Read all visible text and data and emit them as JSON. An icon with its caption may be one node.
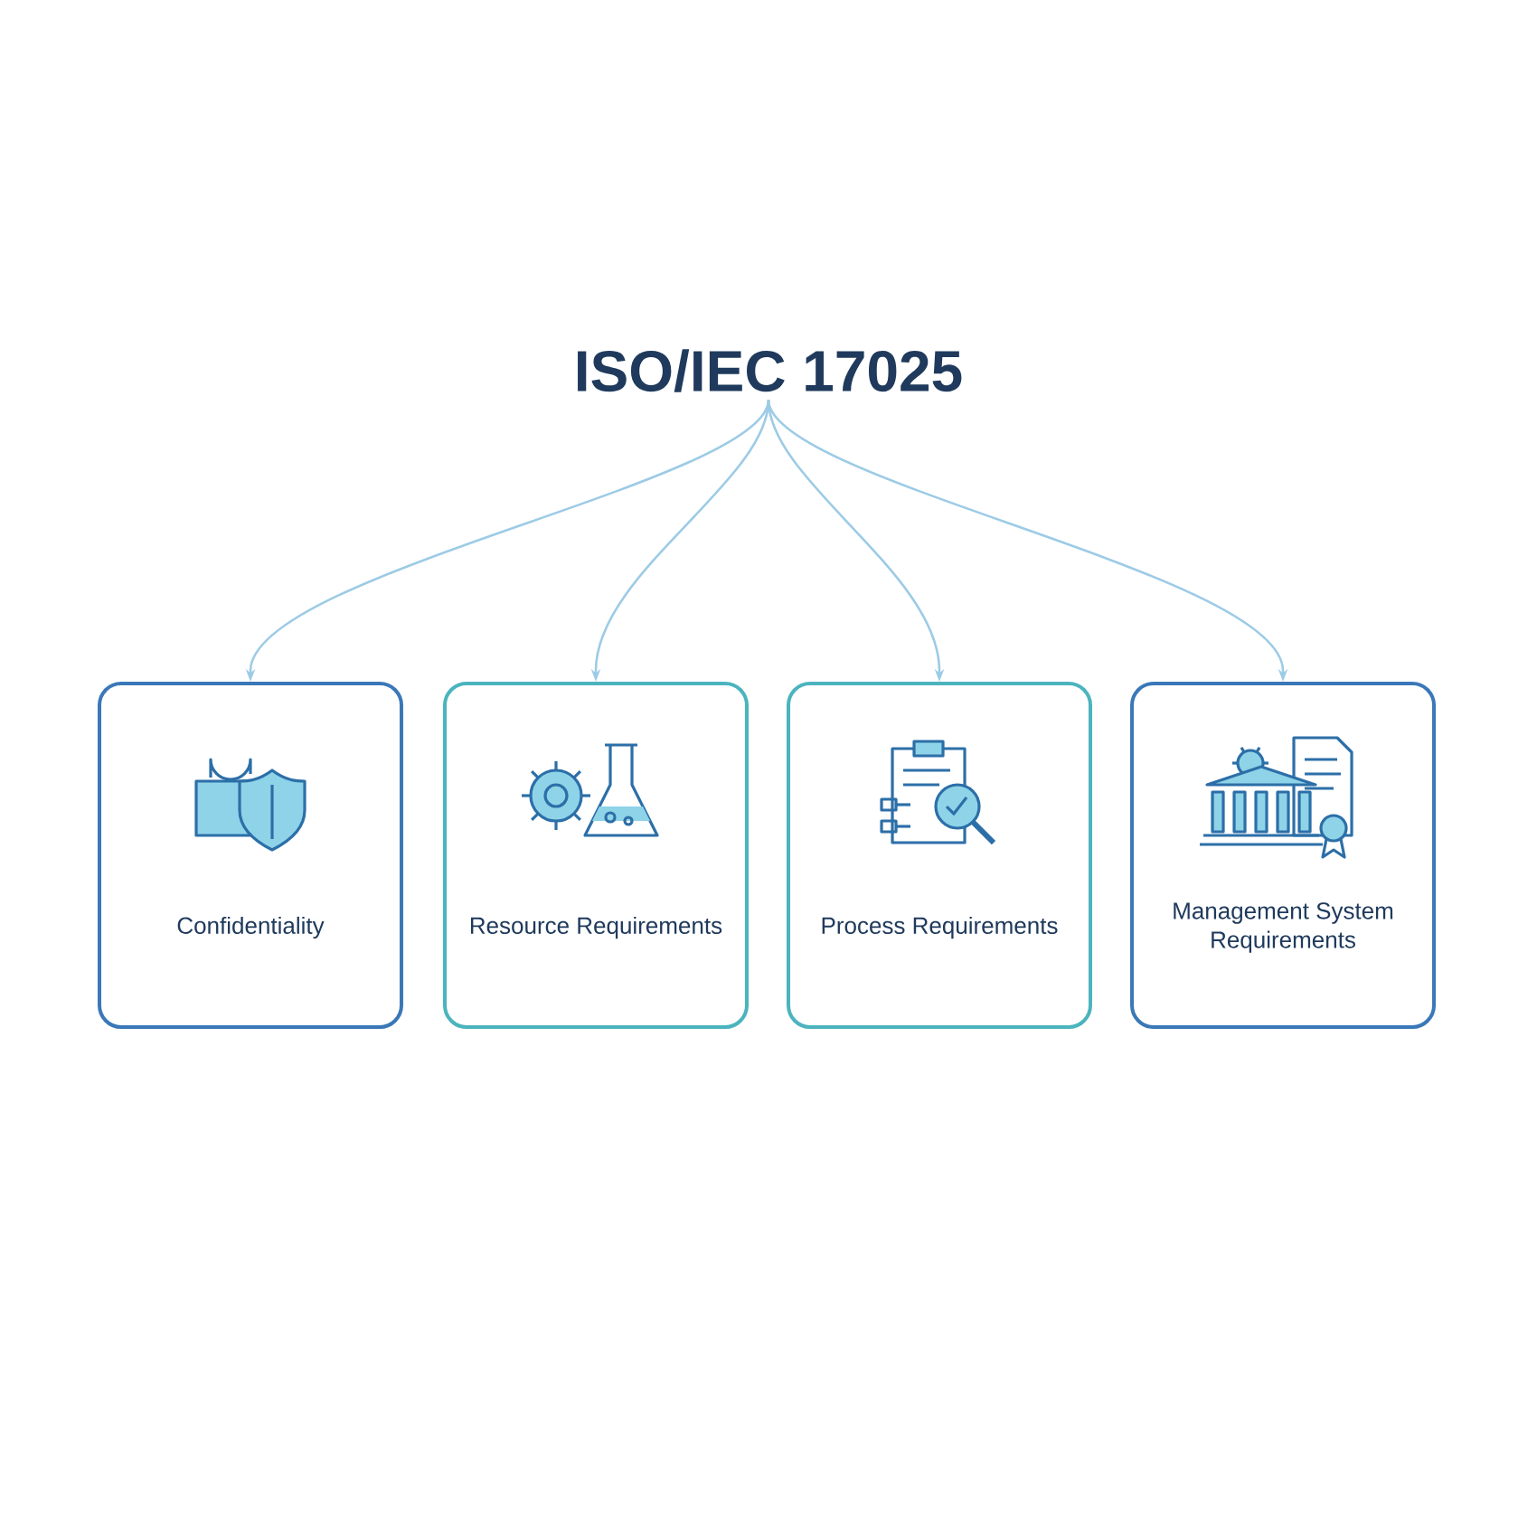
{
  "diagram": {
    "nodes": [
      {
        "text": [
          "ISO/IEC 17025"
        ]
      },
      {
        "text": [
          "Confidentiality"
        ]
      },
      {
        "text": [
          "Resource Requirements"
        ]
      },
      {
        "text": [
          "Process Requirements"
        ]
      },
      {
        "text": [
          "Management System Requirements"
        ]
      }
    ],
    "edges": [
      {
        "from": 0,
        "to": 1,
        "arrow": "to"
      },
      {
        "from": 0,
        "to": 2,
        "arrow": "to"
      },
      {
        "from": 0,
        "to": 3,
        "arrow": "to"
      },
      {
        "from": 0,
        "to": 4,
        "arrow": "to"
      }
    ]
  }
}
